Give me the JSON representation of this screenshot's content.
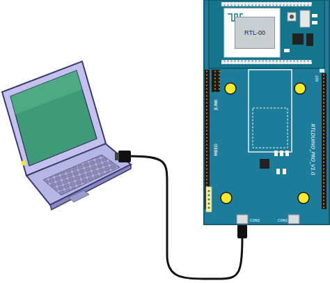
{
  "diagram": {
    "nodes": [
      {
        "text": [
          "RTL-00"
        ]
      }
    ],
    "labels": [
      "JLINK",
      "MBED",
      "RTLDUINO_PRO_V1.0",
      "CON2",
      "CON1",
      "RST"
    ]
  }
}
